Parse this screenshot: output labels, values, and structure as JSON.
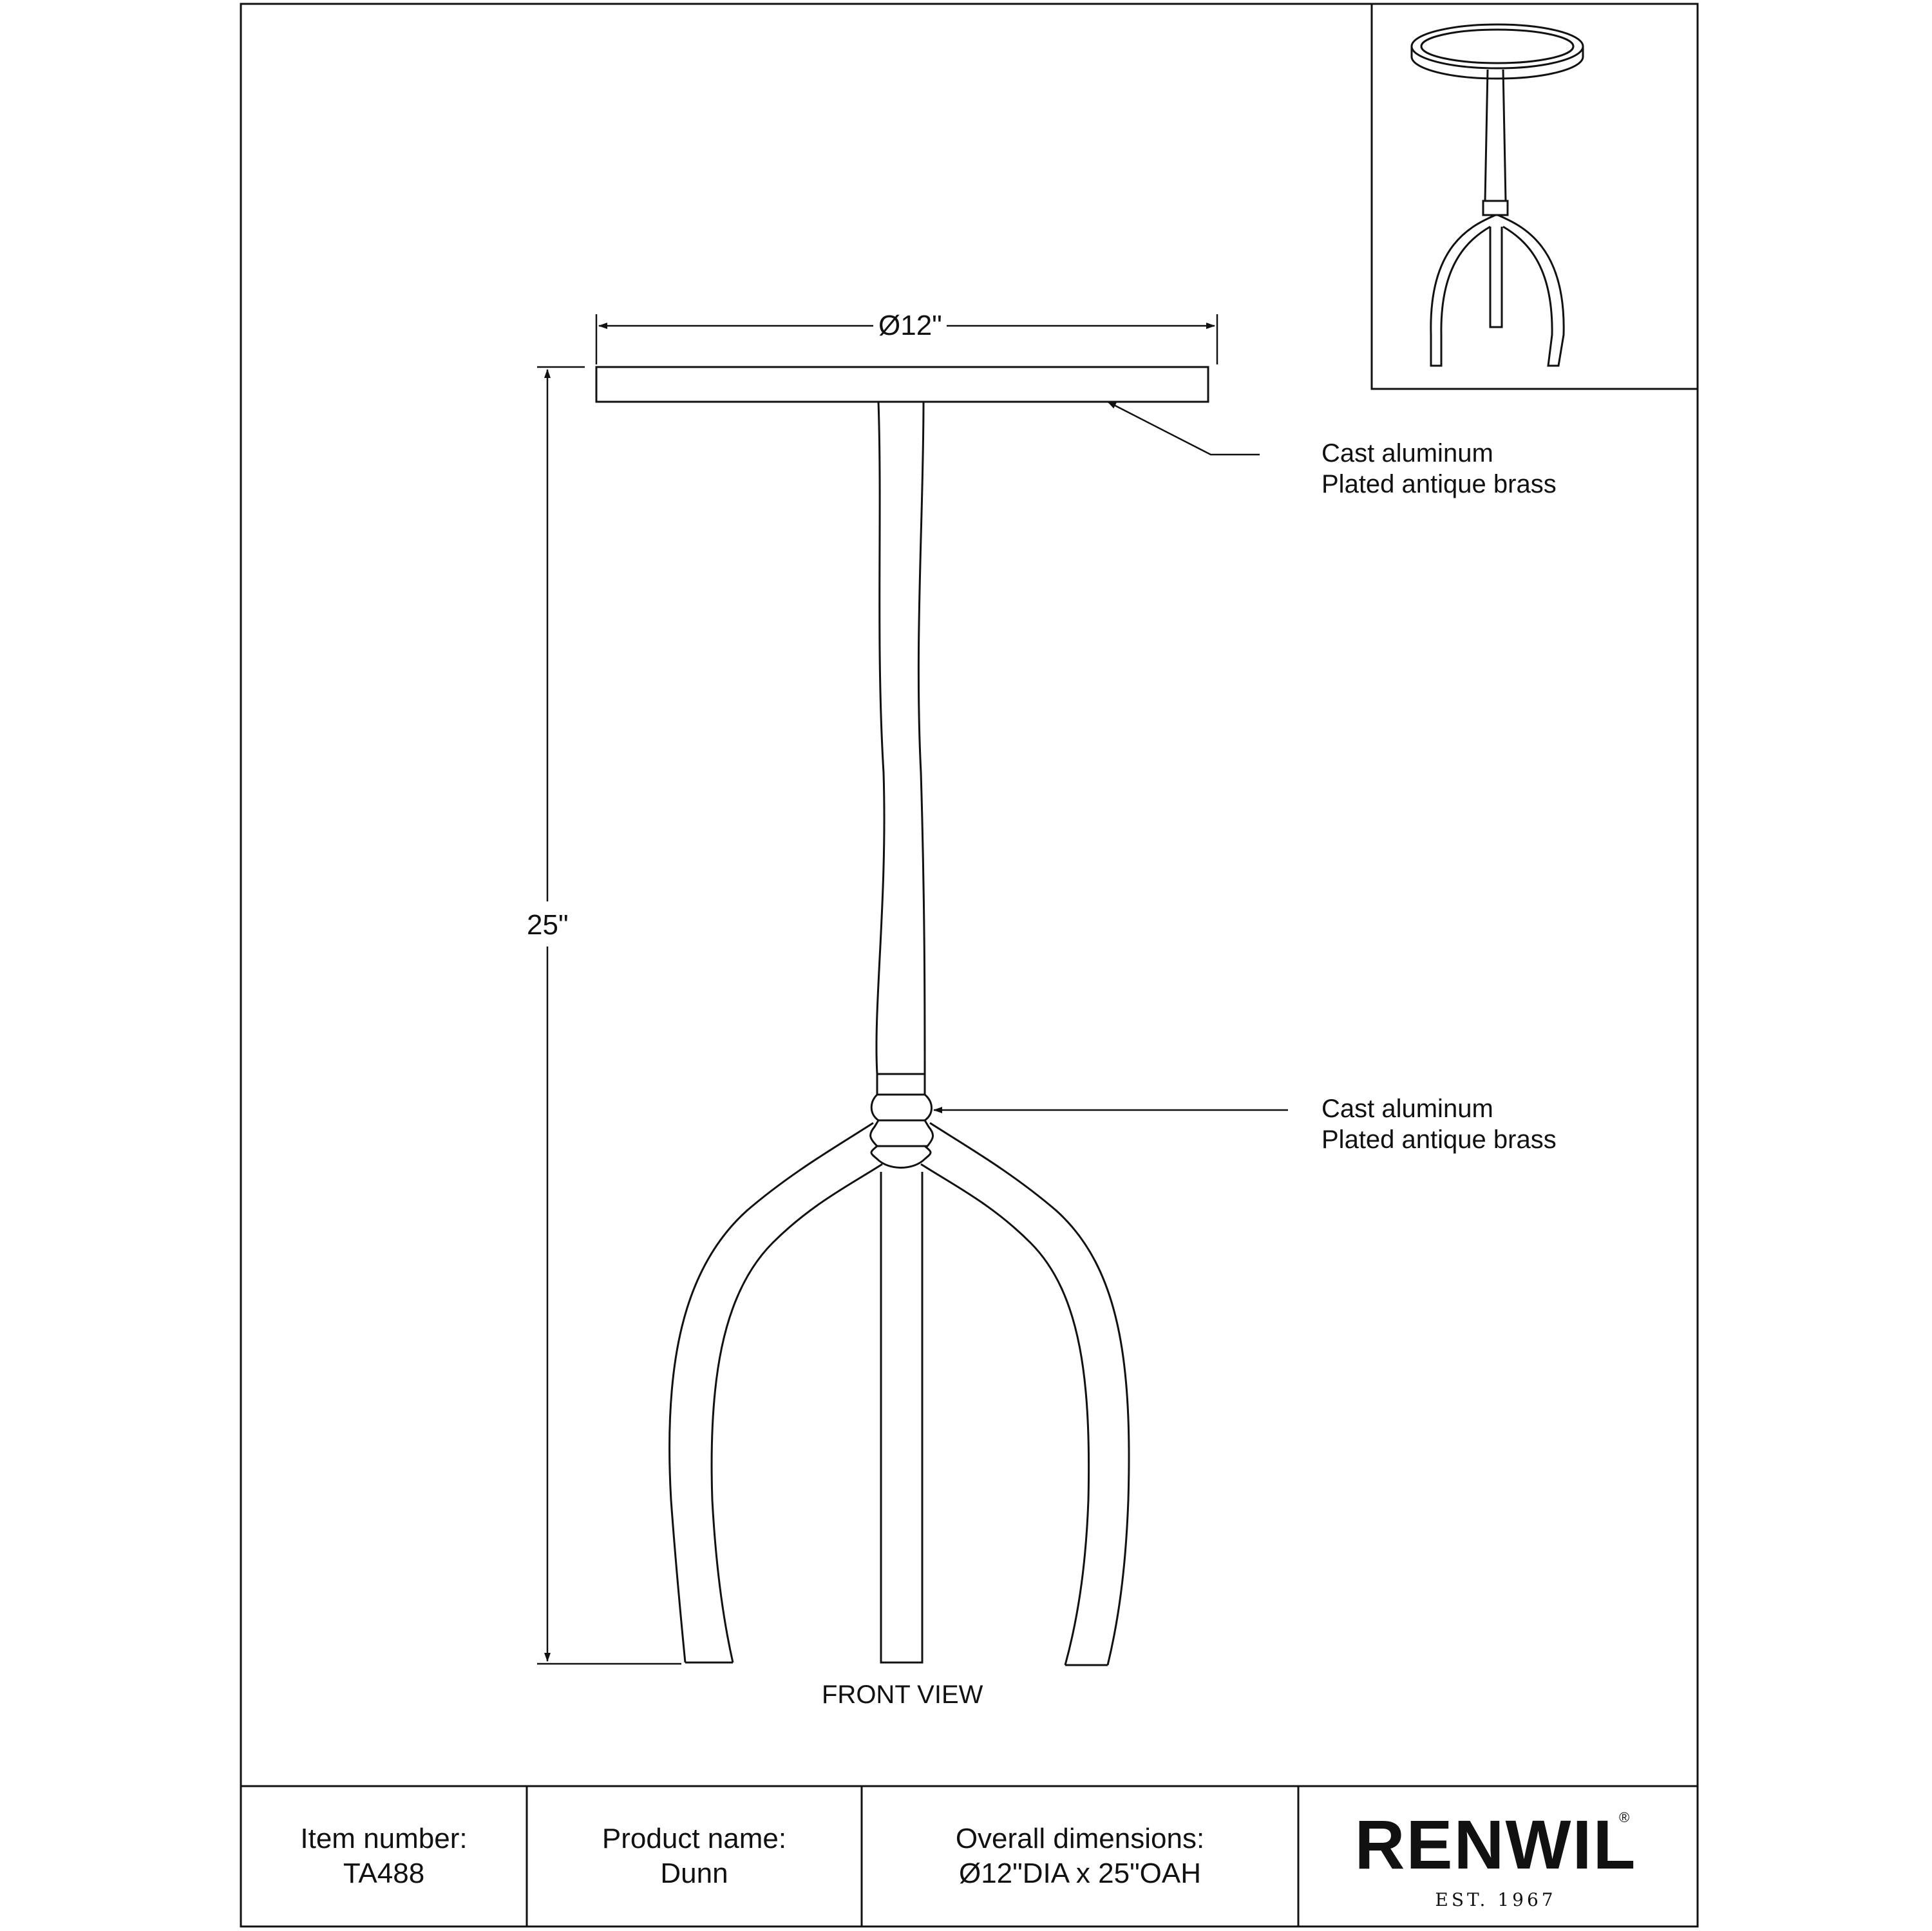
{
  "drawing": {
    "diameter_label": "Ø12\"",
    "height_label": "25\"",
    "callouts": [
      {
        "line1": "Cast aluminum",
        "line2": "Plated antique brass"
      },
      {
        "line1": "Cast aluminum",
        "line2": "Plated antique brass"
      }
    ],
    "view_caption": "FRONT VIEW"
  },
  "title_block": {
    "item_number_label": "Item number:",
    "item_number": "TA488",
    "product_name_label": "Product name:",
    "product_name": "Dunn",
    "dimensions_label": "Overall dimensions:",
    "dimensions": "Ø12\"DIA x 25\"OAH"
  },
  "brand": {
    "name": "RENWIL",
    "registered": "®",
    "established": "EST. 1967"
  }
}
